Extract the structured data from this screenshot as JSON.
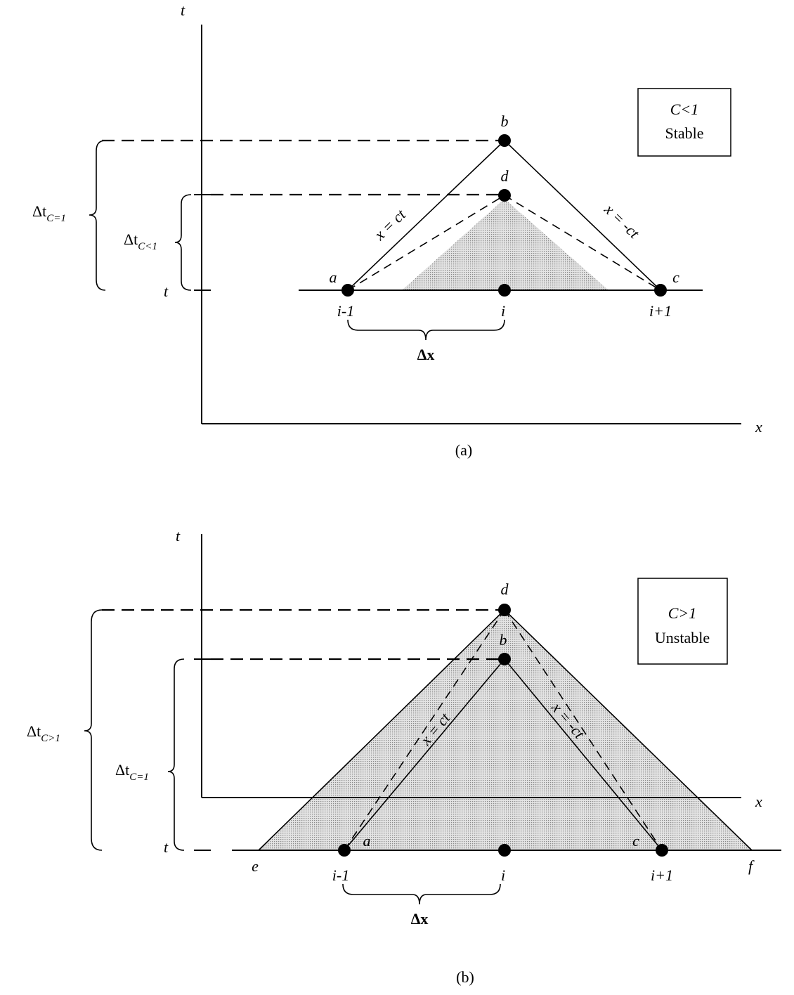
{
  "panel_a": {
    "caption": "(a)",
    "t_axis_label": "t",
    "x_axis_label": "x",
    "t_tick_label": "t",
    "points": {
      "a": "a",
      "b": "b",
      "c": "c",
      "d": "d"
    },
    "nodes": {
      "left": "i-1",
      "center": "i",
      "right": "i+1"
    },
    "line_left": "x = ct",
    "line_right": "x = -ct",
    "dx_label": "Δx",
    "big_brace": {
      "base": "Δt",
      "sub": "C=1"
    },
    "small_brace": {
      "base": "Δt",
      "sub": "C<1"
    },
    "box": {
      "line1": "C<1",
      "line2": "Stable"
    }
  },
  "panel_b": {
    "caption": "(b)",
    "t_axis_label": "t",
    "x_axis_label": "x",
    "t_tick_label": "t",
    "points": {
      "a": "a",
      "b": "b",
      "c": "c",
      "d": "d",
      "e": "e",
      "f": "f"
    },
    "nodes": {
      "left": "i-1",
      "center": "i",
      "right": "i+1"
    },
    "line_left": "x = ct",
    "line_right": "x = -ct",
    "dx_label": "Δx",
    "big_brace": {
      "base": "Δt",
      "sub": "C>1"
    },
    "small_brace": {
      "base": "Δt",
      "sub": "C=1"
    },
    "box": {
      "line1": "C>1",
      "line2": "Unstable"
    }
  }
}
